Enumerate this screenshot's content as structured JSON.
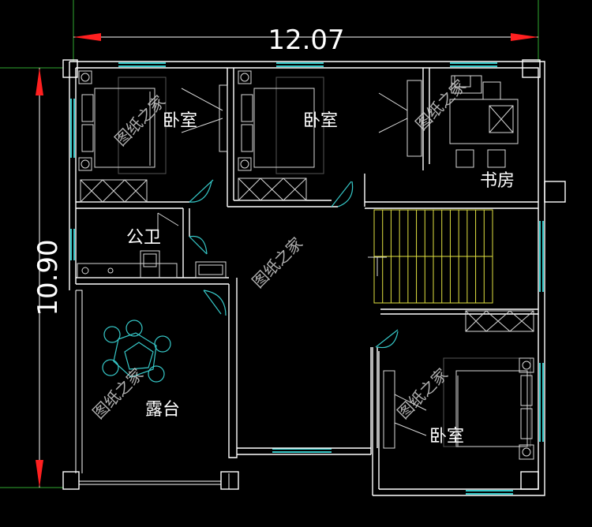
{
  "dimensions": {
    "width": "12.07",
    "height": "10.90"
  },
  "rooms": {
    "bedroom_1": "卧室",
    "bedroom_2": "卧室",
    "study": "书房",
    "bathroom": "公卫",
    "terrace": "露台",
    "bedroom_3": "卧室"
  },
  "watermark": "图纸之家",
  "colors": {
    "background": "#000000",
    "walls": "#ffffff",
    "windows": "#36c8c8",
    "dimension_arrows": "#ff2020",
    "stairs": "#e0e040"
  }
}
